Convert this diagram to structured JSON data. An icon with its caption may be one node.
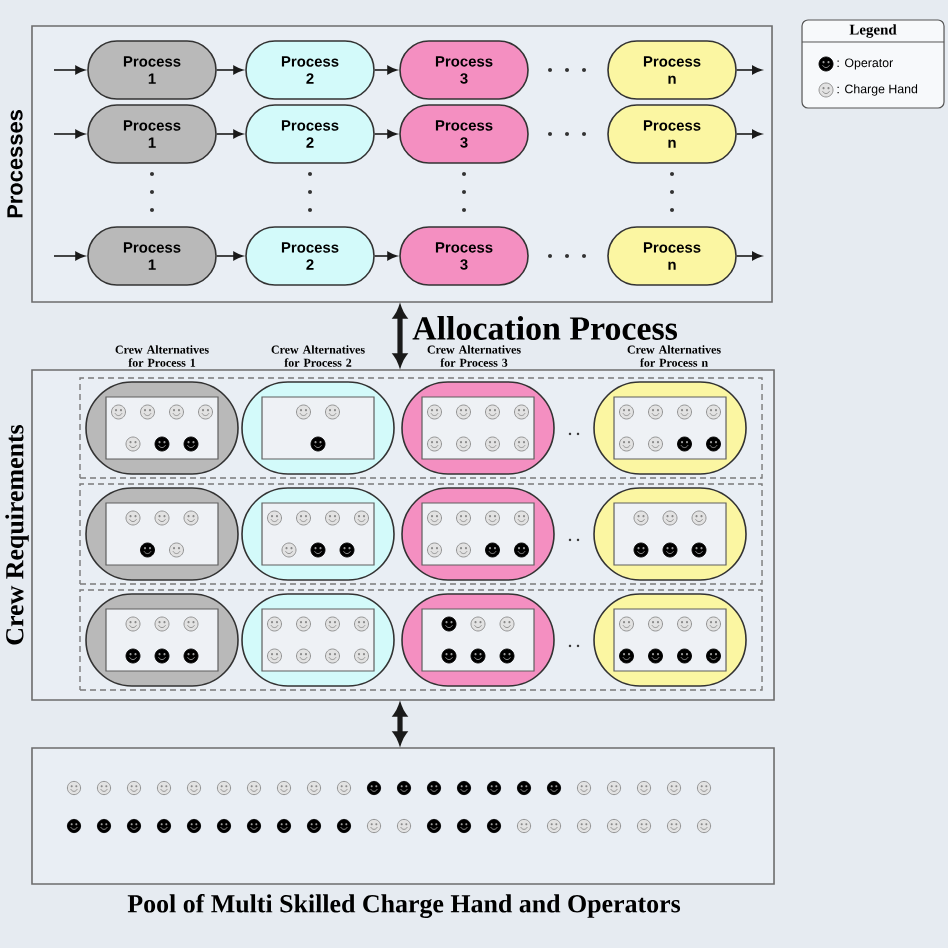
{
  "diagram": {
    "nodes": [
      {
        "text": [
          "Processes"
        ]
      },
      {
        "text": [
          "Process 1"
        ],
        "in": 0
      },
      {
        "text": [
          "Process 2"
        ],
        "in": 0
      },
      {
        "text": [
          "Process 3"
        ],
        "in": 0
      },
      {
        "text": [
          "Process n"
        ],
        "in": 0
      },
      {
        "text": [
          "Process 1"
        ],
        "in": 0
      },
      {
        "text": [
          "Process 2"
        ],
        "in": 0
      },
      {
        "text": [
          "Process 3"
        ],
        "in": 0
      },
      {
        "text": [
          "Process n"
        ],
        "in": 0
      },
      {
        "text": [
          "Process 1"
        ],
        "in": 0
      },
      {
        "text": [
          "Process 2"
        ],
        "in": 0
      },
      {
        "text": [
          "Process 3"
        ],
        "in": 0
      },
      {
        "text": [
          "Process n"
        ],
        "in": 0
      },
      {
        "text": [
          "Crew Requirements"
        ]
      },
      {
        "text": [],
        "shape": "box",
        "in": 13
      },
      {
        "text": [],
        "shape": "pill",
        "in": 14
      },
      {
        "text": [],
        "shape": "pill",
        "in": 14
      },
      {
        "text": [],
        "shape": "pill",
        "in": 14
      },
      {
        "text": [],
        "shape": "pill",
        "in": 14
      },
      {
        "text": [],
        "shape": "box",
        "in": 13
      },
      {
        "text": [],
        "shape": "pill",
        "in": 19
      },
      {
        "text": [],
        "shape": "pill",
        "in": 19
      },
      {
        "text": [],
        "shape": "pill",
        "in": 19
      },
      {
        "text": [],
        "shape": "pill",
        "in": 19
      },
      {
        "text": [],
        "shape": "box",
        "in": 13
      },
      {
        "text": [],
        "shape": "pill",
        "in": 24
      },
      {
        "text": [],
        "shape": "pill",
        "in": 24
      },
      {
        "text": [],
        "shape": "pill",
        "in": 24
      },
      {
        "text": [],
        "shape": "pill",
        "in": 24
      },
      {
        "text": [],
        "shape": "box",
        "beside": [
          "Pool of Multi Skilled Charge Hand and Operators"
        ]
      }
    ],
    "edges": [
      {
        "from": null,
        "to": 1,
        "arrow": "to"
      },
      {
        "from": 1,
        "to": 2,
        "arrow": "to"
      },
      {
        "from": 2,
        "to": 3,
        "arrow": "to"
      },
      {
        "from": 4,
        "to": null,
        "arrow": "to"
      },
      {
        "from": null,
        "to": 5,
        "arrow": "to"
      },
      {
        "from": 5,
        "to": 6,
        "arrow": "to"
      },
      {
        "from": 6,
        "to": 7,
        "arrow": "to"
      },
      {
        "from": 8,
        "to": null,
        "arrow": "to"
      },
      {
        "from": null,
        "to": 9,
        "arrow": "to"
      },
      {
        "from": 9,
        "to": 10,
        "arrow": "to"
      },
      {
        "from": 10,
        "to": 11,
        "arrow": "to"
      },
      {
        "from": 12,
        "to": null,
        "arrow": "to"
      },
      {
        "from": 0,
        "to": 13,
        "arrow": "both",
        "style": "thick",
        "label": "Allocation Process"
      },
      {
        "from": 13,
        "to": 29,
        "arrow": "both",
        "style": "thick"
      }
    ],
    "labels": [
      "Legend",
      "Crew Alternatives for Process 1",
      "Crew Alternatives for Process 2",
      "Crew Alternatives for Process 3",
      "Crew Alternatives for Process n"
    ],
    "legend": [
      {
        "text": ": Operator"
      },
      {
        "text": ": Charge Hand"
      }
    ]
  }
}
